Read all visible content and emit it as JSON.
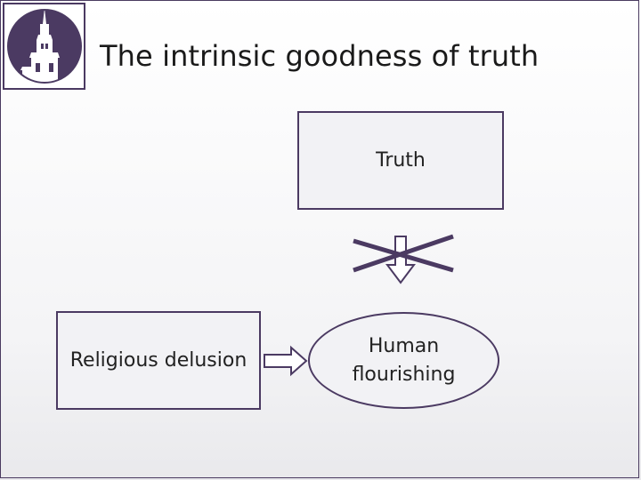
{
  "slide": {
    "title": "The intrinsic goodness of truth"
  },
  "diagram": {
    "top_node": "Truth",
    "left_node": "Religious delusion",
    "right_node_line1": "Human",
    "right_node_line2": "flourishing"
  },
  "colors": {
    "frame": "#4b3a62",
    "node_fill": "#f2f2f5",
    "text": "#222222"
  },
  "icons": {
    "logo": "chapel-steeple-icon",
    "down_arrow": "down-arrow-icon",
    "right_arrow": "right-arrow-icon",
    "cross_out": "cross-out-icon"
  }
}
